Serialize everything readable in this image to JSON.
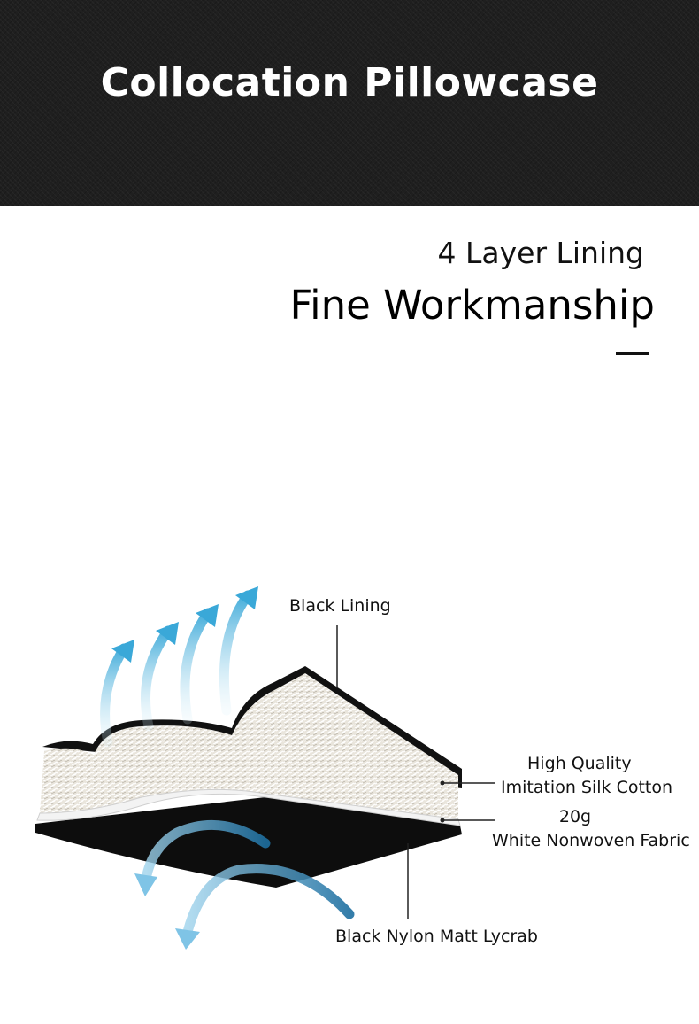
{
  "header": {
    "title": "Collocation Pillowcase"
  },
  "hero": {
    "subtitle": "4 Layer Lining",
    "title": "Fine Workmanship"
  },
  "diagram": {
    "labels": {
      "black_lining": "Black Lining",
      "silk_cotton_line1": "High Quality",
      "silk_cotton_line2": "Imitation Silk Cotton",
      "nonwoven_line1": "20g",
      "nonwoven_line2": "White Nonwoven Fabric",
      "lycra": "Black Nylon Matt Lycrab"
    }
  }
}
